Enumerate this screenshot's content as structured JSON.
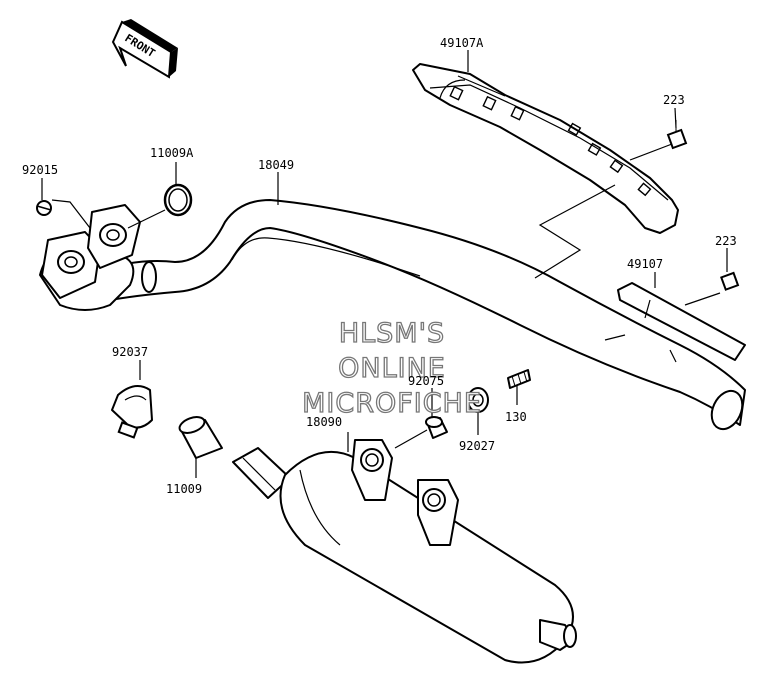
{
  "front_arrow": {
    "label": "FRONT",
    "icon": "front-arrow-icon"
  },
  "watermark": {
    "lines": [
      "HLSM'S",
      "ONLINE",
      "MICROFICHE"
    ]
  },
  "callouts": {
    "p49107A": "49107A",
    "p223_top": "223",
    "p92015": "92015",
    "p11009A": "11009A",
    "p18049": "18049",
    "p223_right": "223",
    "p49107": "49107",
    "p92037": "92037",
    "p92075": "92075",
    "p18090": "18090",
    "p130": "130",
    "p92027": "92027",
    "p11009": "11009"
  }
}
